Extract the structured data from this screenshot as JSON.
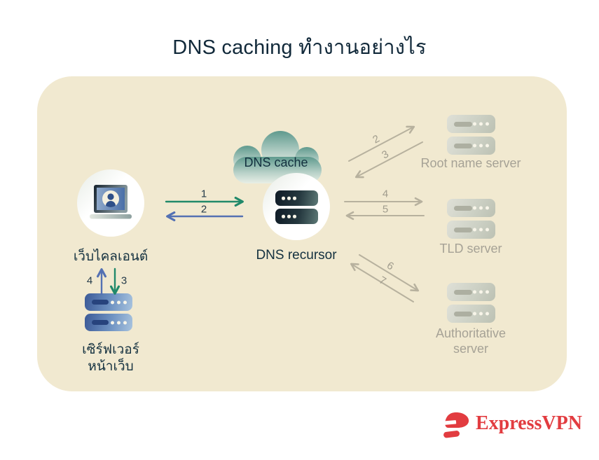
{
  "title": "DNS caching ทำงานอย่างไร",
  "cloud": {
    "label": "DNS cache"
  },
  "nodes": {
    "client": {
      "label": "เว็บไคลเอนต์"
    },
    "recursor": {
      "label": "DNS recursor"
    },
    "root_server": {
      "label": "Root name server"
    },
    "tld_server": {
      "label": "TLD server"
    },
    "auth_server": {
      "line1": "Authoritative",
      "line2": "server"
    },
    "web_server": {
      "line1": "เซิร์ฟเวอร์",
      "line2": "หน้าเว็บ"
    }
  },
  "arrow_labels": {
    "client_to_recursor": "1",
    "recursor_to_client": "2",
    "recursor_to_root": "2",
    "root_to_recursor": "3",
    "recursor_to_tld": "4",
    "tld_to_recursor": "5",
    "recursor_to_auth": "6",
    "auth_to_recursor": "7",
    "web_to_client": "4",
    "client_to_web": "3"
  },
  "icons": {
    "client": "laptop-user-icon",
    "recursor": "dark-server-stack-icon",
    "root_server": "gray-server-stack-icon",
    "tld_server": "gray-server-stack-icon",
    "auth_server": "gray-server-stack-icon",
    "web_server": "blue-server-stack-icon",
    "cache": "cloud-icon",
    "brand": "expressvpn-e-icon"
  },
  "colors": {
    "panel_background": "#f1e9d0",
    "dark_text": "#13303f",
    "gray_text": "#a6a296",
    "green_arrow": "#21896a",
    "blue_arrow": "#5471b3",
    "gray_arrow": "#b7b19e",
    "brand_red": "#e23c40"
  },
  "logo": {
    "brand": "ExpressVPN"
  }
}
